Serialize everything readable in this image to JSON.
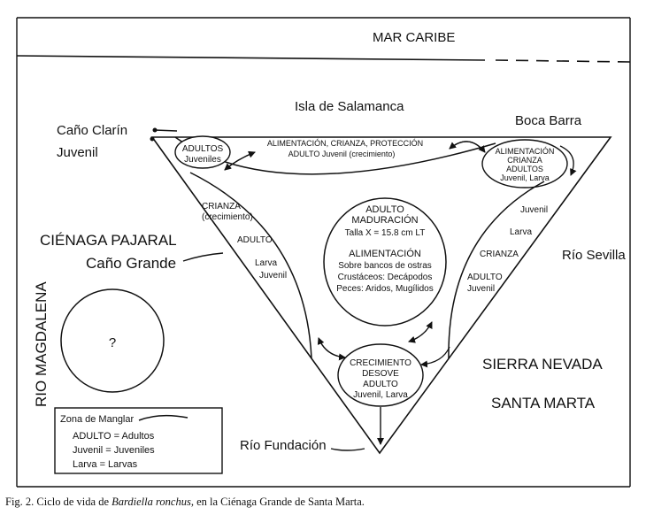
{
  "labels": {
    "sea": "MAR CARIBE",
    "island": "Isla  de Salamanca",
    "boca_barra": "Boca Barra",
    "cano_clarin": "Caño Clarín",
    "juvenil_left": "Juvenil",
    "cienaga_pajaral": "CIÉNAGA PAJARAL",
    "cano_grande": "Caño Grande",
    "rio_magdalena": "RIO MAGDALENA",
    "question": "?",
    "rio_sevilla": "Río Sevilla",
    "sierra_nevada": "SIERRA NEVADA",
    "santa_marta": "SANTA MARTA",
    "rio_fundacion": "Río Fundación"
  },
  "nodes": {
    "adultos_juveniles": [
      "ADULTOS",
      "Juveniles"
    ],
    "top_band": [
      "ALIMENTACIÓN, CRIANZA, PROTECCIÓN",
      "ADULTO Juvenil (crecimiento)"
    ],
    "boca_barra_ellipse": [
      "ALIMENTACIÓN",
      "CRIANZA",
      "ADULTOS",
      "Juvenil, Larva"
    ],
    "center": [
      "ADULTO",
      "MADURACIÓN",
      "Talla X = 15.8 cm LT",
      "",
      "ALIMENTACIÓN",
      "Sobre bancos de ostras",
      "Crustáceos: Decápodos",
      "Peces: Aridos, Mugílidos"
    ],
    "bottom_ellipse": [
      "CRECIMIENTO",
      "DESOVE",
      "ADULTO",
      "Juvenil, Larva"
    ],
    "left_band": [
      "CRIANZA",
      "(crecimiento)",
      "ADULTO",
      "Larva",
      "Juvenil"
    ],
    "right_band": [
      "Juvenil",
      "Larva",
      "CRIANZA",
      "ADULTO",
      "Juvenil"
    ]
  },
  "legend": {
    "title": "Zona de Manglar",
    "items": [
      "ADULTO = Adultos",
      "Juvenil = Juveniles",
      "Larva = Larvas"
    ]
  },
  "caption": {
    "prefix": "Fig. 2. Ciclo de vida de ",
    "species": "Bardiella ronchus,",
    "suffix": " en la Ciénaga Grande de Santa Marta."
  }
}
